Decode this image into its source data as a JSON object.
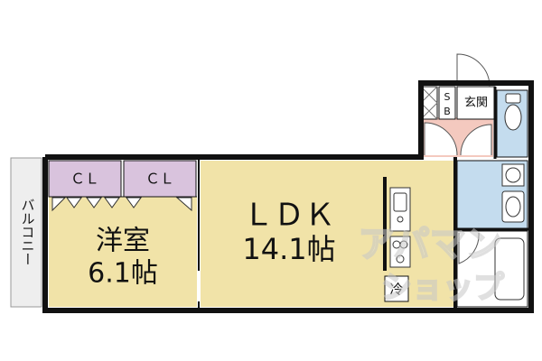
{
  "rooms": {
    "western_room": {
      "name": "洋室",
      "size": "6.1帖"
    },
    "ldk": {
      "name": "ＬＤＫ",
      "size": "14.1帖"
    },
    "balcony": {
      "name": "バルコニー"
    },
    "closet_left": {
      "name": "ＣＬ"
    },
    "closet_right": {
      "name": "ＣＬ"
    },
    "shoe_box": {
      "line1": "S",
      "line2": "B"
    },
    "entrance": {
      "name": "玄関"
    },
    "fridge": {
      "name": "冷"
    }
  },
  "watermark": {
    "line1": "アパマン",
    "line2": "ショップ"
  },
  "colors": {
    "room_floor": "#f1e3a8",
    "closet": "#d9c3dd",
    "wet_area": "#c4dcee",
    "entrance_floor": "#f4c9bf",
    "balcony": "#eeeeee",
    "wall": "#111111",
    "watermark": "#c7c7c7"
  }
}
